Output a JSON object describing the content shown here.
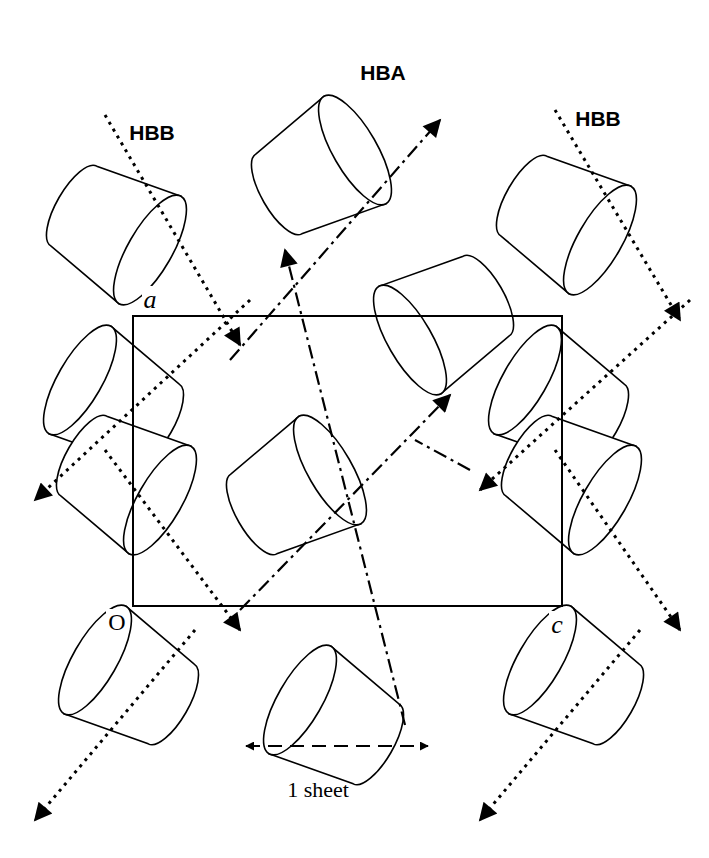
{
  "diagram": {
    "labels": [
      "HBA",
      "HBB",
      "HBB",
      "a",
      "O",
      "c",
      "1 sheet"
    ]
  }
}
